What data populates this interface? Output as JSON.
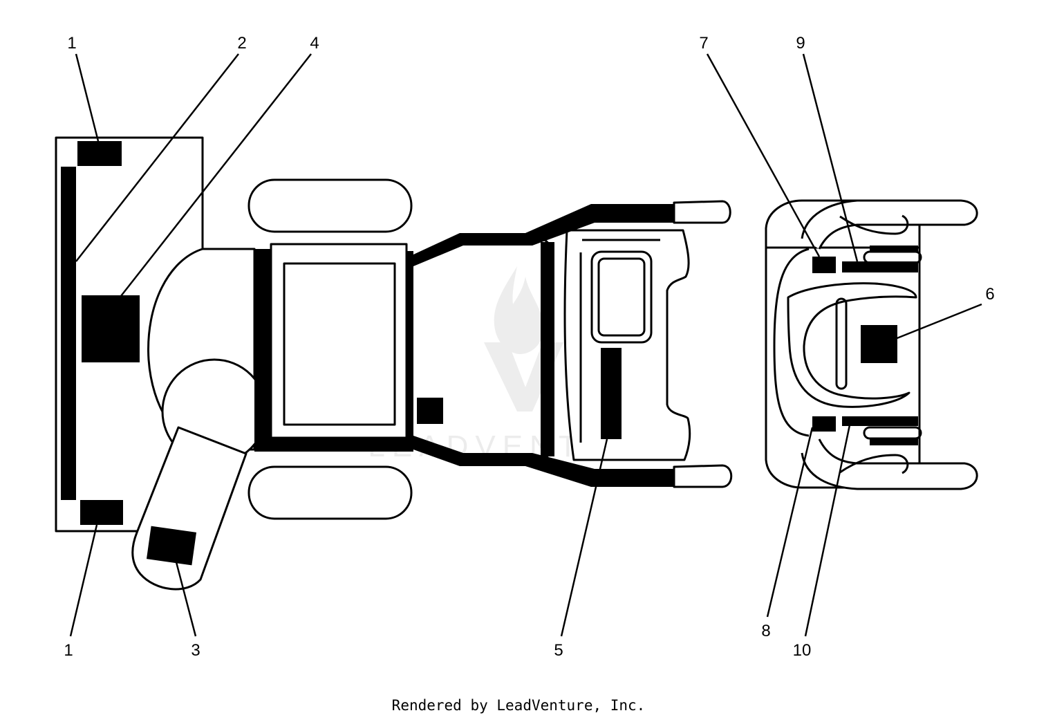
{
  "callouts": {
    "c1_top": "1",
    "c2": "2",
    "c4": "4",
    "c7": "7",
    "c9": "9",
    "c6": "6",
    "c1_bottom": "1",
    "c3": "3",
    "c5": "5",
    "c8": "8",
    "c10": "10"
  },
  "watermark": "LEADVENTURE",
  "credit": "Rendered by LeadVenture, Inc."
}
